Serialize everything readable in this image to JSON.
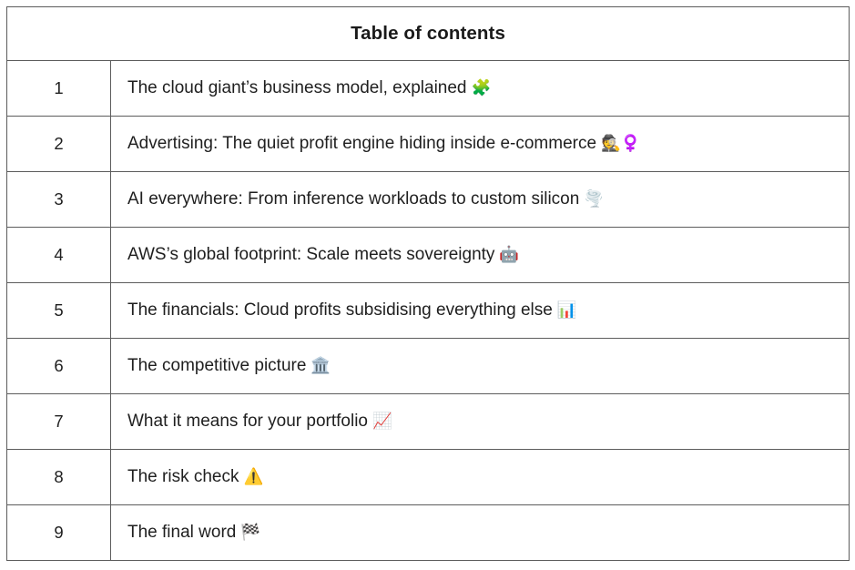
{
  "table": {
    "header": {
      "title": "Table of contents"
    },
    "columns": {
      "number_header": "",
      "title_header": "Table of contents"
    },
    "rows": [
      {
        "number": "1",
        "title": "The cloud giant’s business model, explained",
        "emoji": "🧩",
        "emoji_name": "puzzle-piece-icon"
      },
      {
        "number": "2",
        "title": "Advertising: The quiet profit engine hiding inside e-commerce",
        "emoji": "🕵️♀️",
        "emoji_name": "detective-female-sign-icon"
      },
      {
        "number": "3",
        "title": "AI everywhere: From inference workloads to custom silicon",
        "emoji": "🌪️",
        "emoji_name": "tornado-icon"
      },
      {
        "number": "4",
        "title": "AWS’s global footprint: Scale meets sovereignty",
        "emoji": "🤖",
        "emoji_name": "robot-icon"
      },
      {
        "number": "5",
        "title": "The financials: Cloud profits subsidising everything else",
        "emoji": "📊",
        "emoji_name": "bar-chart-icon"
      },
      {
        "number": "6",
        "title": "The competitive picture",
        "emoji": "🏛️",
        "emoji_name": "classical-building-icon"
      },
      {
        "number": "7",
        "title": "What it means for your portfolio",
        "emoji": "📈",
        "emoji_name": "chart-increasing-icon"
      },
      {
        "number": "8",
        "title": "The risk check",
        "emoji": "⚠️",
        "emoji_name": "warning-icon"
      },
      {
        "number": "9",
        "title": "The final word",
        "emoji": "🏁",
        "emoji_name": "checkered-flag-icon"
      }
    ]
  },
  "colors": {
    "background": "#ffffff",
    "border": "#5c5c5c",
    "text": "#1f1f1f",
    "header_text": "#1a1a1a"
  }
}
